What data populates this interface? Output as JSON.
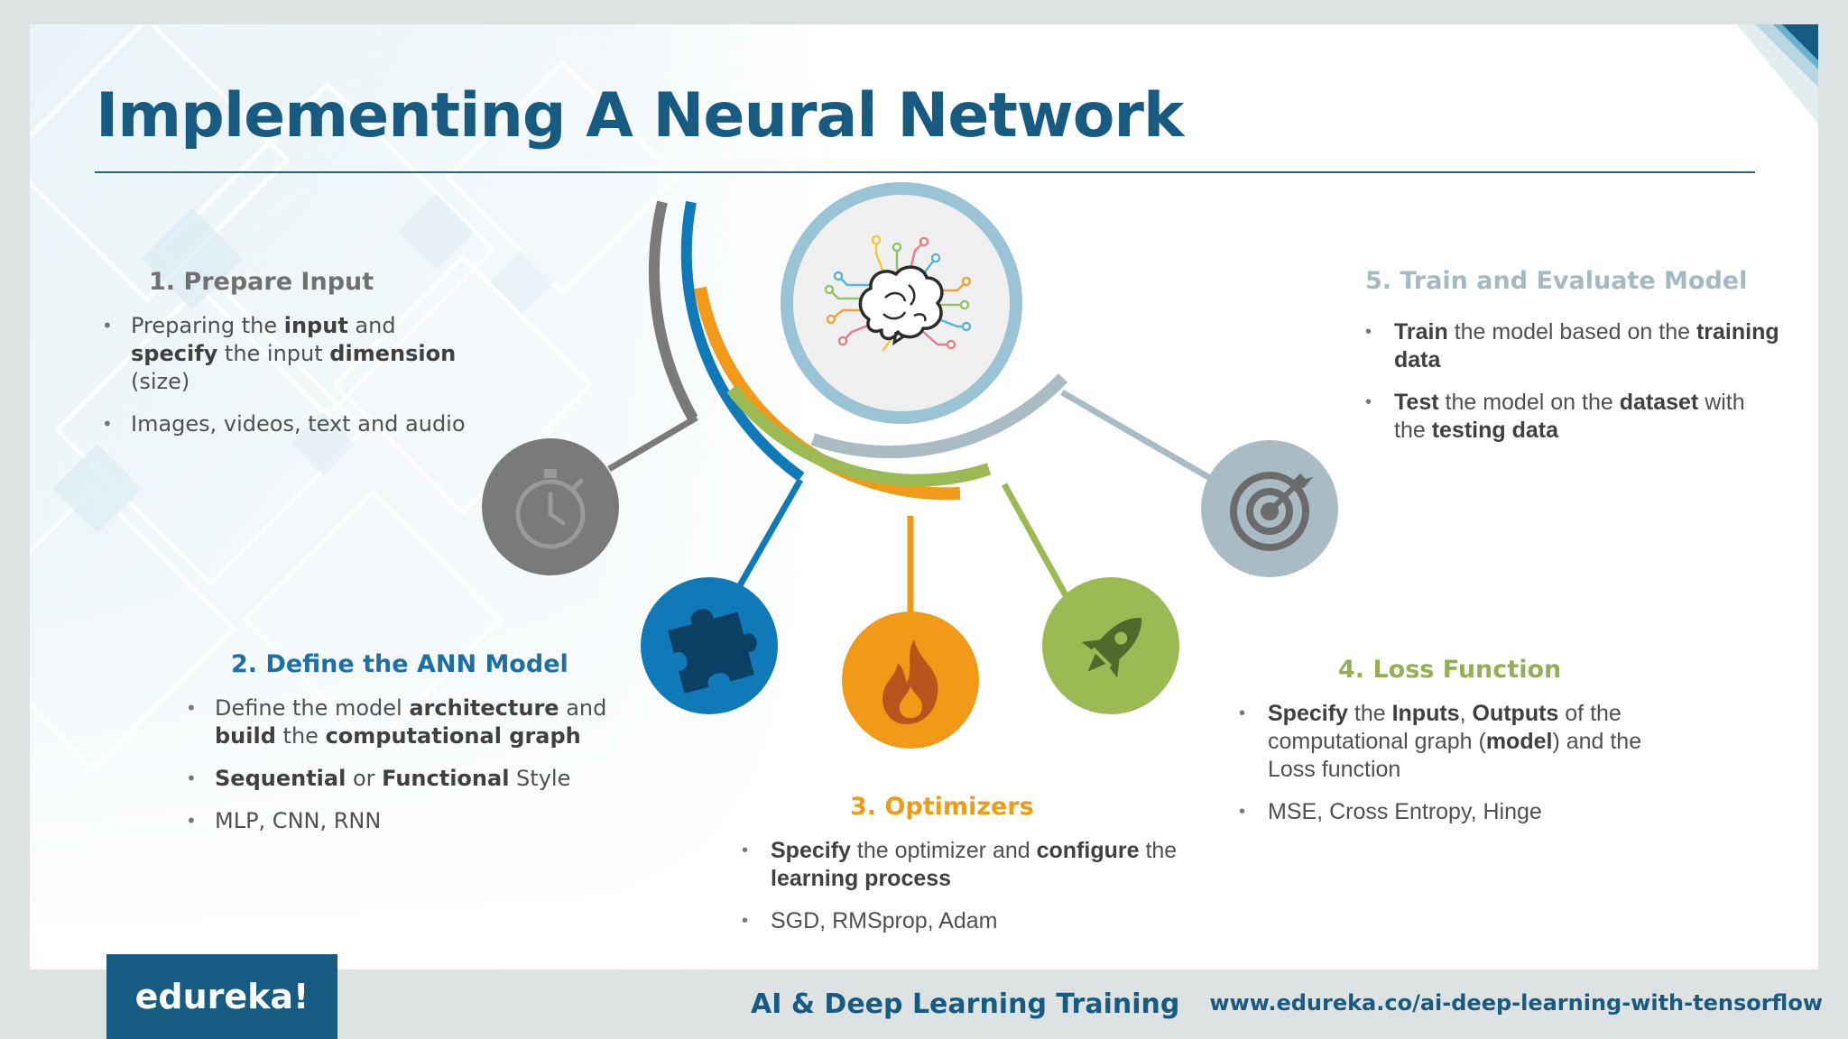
{
  "slide": {
    "title": "Implementing A Neural Network"
  },
  "colors": {
    "title": "#175a82",
    "step1": "#717171",
    "step2": "#1e6fa5",
    "step3": "#ee9b15",
    "step4": "#93b052",
    "step5": "#a5b9c2",
    "gray_icon": "#7a7a7a",
    "blue_icon": "#1079b8",
    "orange_icon": "#f09a17",
    "green_icon": "#9bba54",
    "slate_icon": "#a9bcc4"
  },
  "icons": {
    "center": "brain-circuit-icon",
    "step1": "stopwatch-icon",
    "step2": "puzzle-icon",
    "step3": "flame-icon",
    "step4": "rocket-icon",
    "step5": "target-icon"
  },
  "steps": {
    "s1": {
      "title": "1. Prepare Input",
      "b1": {
        "p1": "Preparing the ",
        "b1": "input",
        "p2": " and ",
        "b2": "specify",
        "p3": " the input ",
        "b3": "dimension",
        "p4": " (size)"
      },
      "b2": "Images, videos, text and audio"
    },
    "s2": {
      "title": "2. Define the ANN Model",
      "b1": {
        "p1": "Define the model ",
        "b1": "architecture",
        "p2": " and ",
        "b2": "build",
        "p3": " the ",
        "b3": "computational graph"
      },
      "b2": {
        "b1": "Sequential",
        "p1": " or ",
        "b2": "Functional",
        "p2": " Style"
      },
      "b3": "MLP, CNN, RNN"
    },
    "s3": {
      "title": "3. Optimizers",
      "b1": {
        "b1": "Specify",
        "p1": " the optimizer and ",
        "b2": "configure",
        "p2": " the ",
        "b3": "learning process"
      },
      "b2": "SGD, RMSprop, Adam"
    },
    "s4": {
      "title": "4. Loss Function",
      "b1": {
        "b1": "Specify",
        "p1": " the ",
        "b2": "Inputs",
        "p2": ", ",
        "b3": "Outputs",
        "p3": " of the computational graph (",
        "b4": "model",
        "p4": ") and the Loss function"
      },
      "b2": "MSE, Cross Entropy, Hinge"
    },
    "s5": {
      "title": "5. Train and Evaluate Model",
      "b1": {
        "b1": "Train",
        "p1": " the model based on the ",
        "b2": "training data"
      },
      "b2": {
        "b1": "Test",
        "p1": " the model on the ",
        "b2": "dataset",
        "p2": " with the ",
        "b3": "testing data"
      }
    }
  },
  "footer": {
    "logo": "edureka!",
    "course": "AI & Deep Learning Training",
    "url": "www.edureka.co/ai-deep-learning-with-tensorflow"
  }
}
